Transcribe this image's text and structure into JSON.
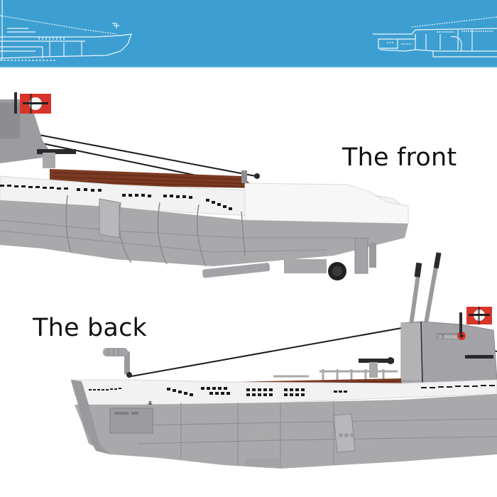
{
  "banner": {
    "background_color": "#3d9fd1",
    "left_graphic": "submarine-blueprint-bow",
    "right_graphic": "submarine-blueprint-stern"
  },
  "labels": {
    "front": "The front",
    "back": "The back"
  },
  "models": {
    "front_view": {
      "subject": "brick-built submarine model, bow section",
      "hull_color": "#a9a9ab",
      "upper_hull_color": "#f2f2f2",
      "deck_color": "#7b3a22",
      "flag_color": "#d8352a"
    },
    "back_view": {
      "subject": "brick-built submarine model, stern section with conning tower",
      "hull_color": "#a9a9ab",
      "upper_hull_color": "#f2f2f2",
      "deck_color": "#7b3a22",
      "flag_color": "#d8352a",
      "tower_marking": "U-000806"
    }
  }
}
